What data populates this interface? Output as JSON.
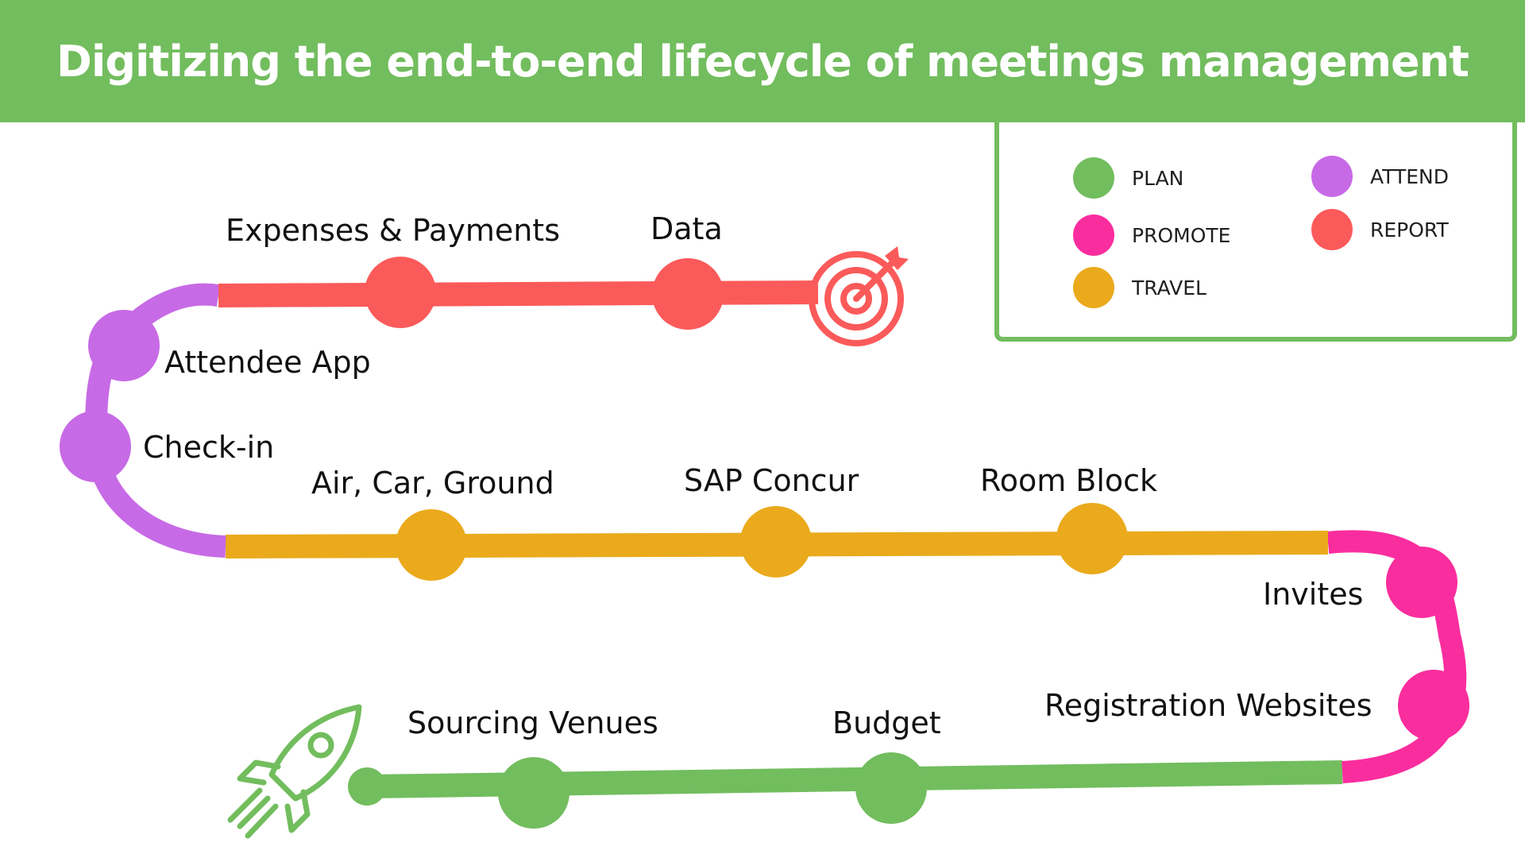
{
  "title": "Digitizing the end-to-end lifecycle of meetings management",
  "colors": {
    "header": "#72bd5e",
    "plan": "#72bd5e",
    "promote": "#fa2d9e",
    "travel": "#eaaa1c",
    "attend": "#c76ae6",
    "report": "#fb5a5a"
  },
  "legend": [
    {
      "label": "PLAN",
      "color": "#72bd5e"
    },
    {
      "label": "PROMOTE",
      "color": "#fa2d9e"
    },
    {
      "label": "TRAVEL",
      "color": "#eaaa1c"
    },
    {
      "label": "ATTEND",
      "color": "#c76ae6"
    },
    {
      "label": "REPORT",
      "color": "#fb5a5a"
    }
  ],
  "steps": {
    "sourcing_venues": "Sourcing Venues",
    "budget": "Budget",
    "registration_websites": "Registration Websites",
    "invites": "Invites",
    "room_block": "Room Block",
    "sap_concur": "SAP Concur",
    "air_car_ground": "Air, Car, Ground",
    "check_in": "Check-in",
    "attendee_app": "Attendee App",
    "expenses_payments": "Expenses & Payments",
    "data": "Data"
  },
  "icons": {
    "start": "rocket-icon",
    "end": "target-icon"
  }
}
